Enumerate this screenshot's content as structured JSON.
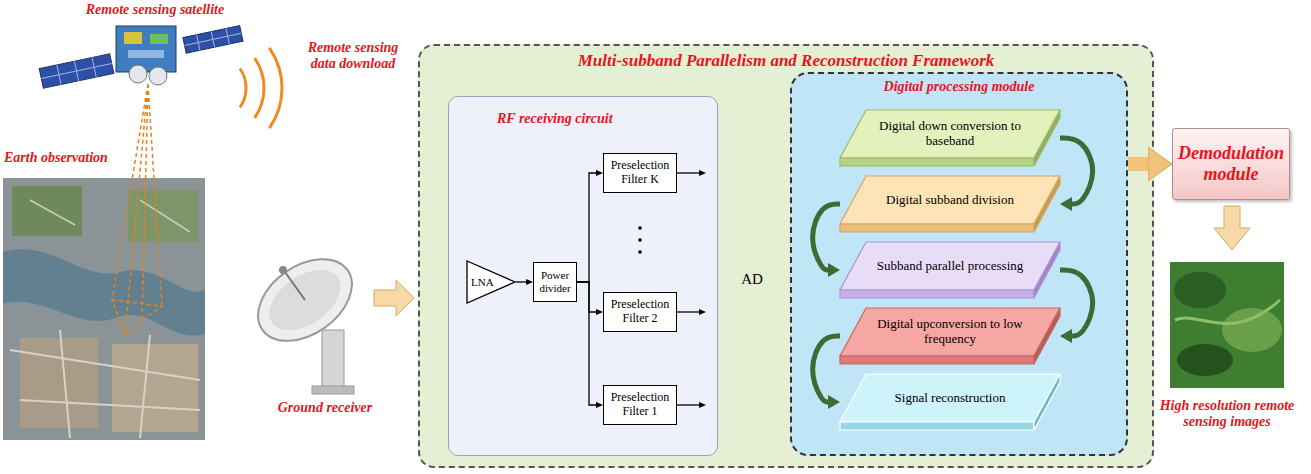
{
  "diagram": {
    "nodes": [
      {
        "text": [
          "Multi-subband Parallelism and Reconstruction Framework"
        ]
      },
      {
        "text": [
          "RF receiving circuit"
        ],
        "in": 0
      },
      {
        "text": [
          "LNA"
        ],
        "in": 1
      },
      {
        "text": [
          "Power divider"
        ],
        "in": 1
      },
      {
        "text": [
          "Preselection Filter K"
        ],
        "in": 1
      },
      {
        "text": [
          "Preselection Filter 2"
        ],
        "in": 1
      },
      {
        "text": [
          "Preselection Filter 1"
        ],
        "in": 1
      },
      {
        "text": [
          "Digital processing module"
        ],
        "in": 0
      },
      {
        "text": [
          "Digital down conversion to baseband"
        ],
        "in": 7
      },
      {
        "text": [
          "Digital subband division"
        ],
        "in": 7
      },
      {
        "text": [
          "Subband parallel processing"
        ],
        "in": 7
      },
      {
        "text": [
          "Digital upconversion to low frequency"
        ],
        "in": 7
      },
      {
        "text": [
          "Signal reconstruction"
        ],
        "in": 7
      },
      {
        "text": [
          "Demodulation module"
        ]
      }
    ],
    "edges": [
      {
        "from": 2,
        "to": 3,
        "arrow": "to"
      },
      {
        "from": 3,
        "to": 4,
        "arrow": "to"
      },
      {
        "from": 3,
        "to": 5,
        "arrow": "to"
      },
      {
        "from": 3,
        "to": 6,
        "arrow": "to"
      },
      {
        "from": 8,
        "to": 9,
        "arrow": "to"
      },
      {
        "from": 9,
        "to": 10,
        "arrow": "to"
      },
      {
        "from": 10,
        "to": 11,
        "arrow": "to"
      },
      {
        "from": 11,
        "to": 12,
        "arrow": "to"
      },
      {
        "from": 7,
        "to": 13,
        "arrow": "to"
      }
    ],
    "labels": [
      "Remote sensing satellite",
      "Remote sensing data download",
      "Earth observation",
      "Ground receiver",
      "AD",
      "High resolution remote sensing images"
    ]
  }
}
